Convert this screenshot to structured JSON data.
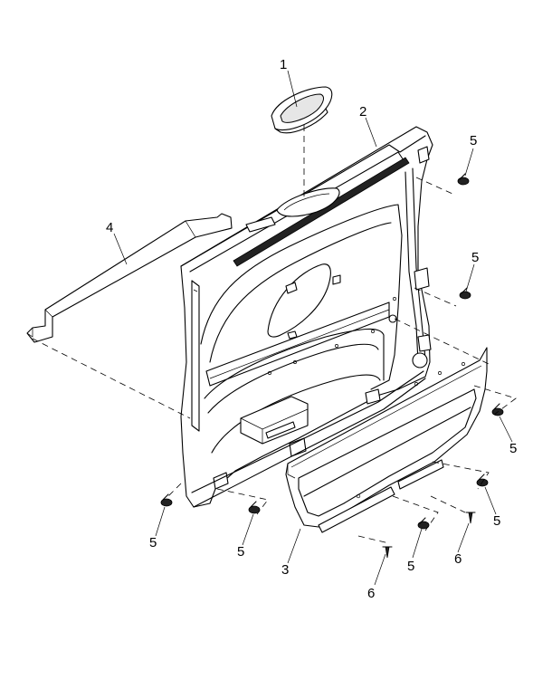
{
  "callouts": {
    "c1": "1",
    "c2": "2",
    "c3": "3",
    "c4": "4",
    "c5a": "5",
    "c5b": "5",
    "c5c": "5",
    "c5d": "5",
    "c5e": "5",
    "c5f": "5",
    "c5g": "5",
    "c6a": "6",
    "c6b": "6"
  }
}
